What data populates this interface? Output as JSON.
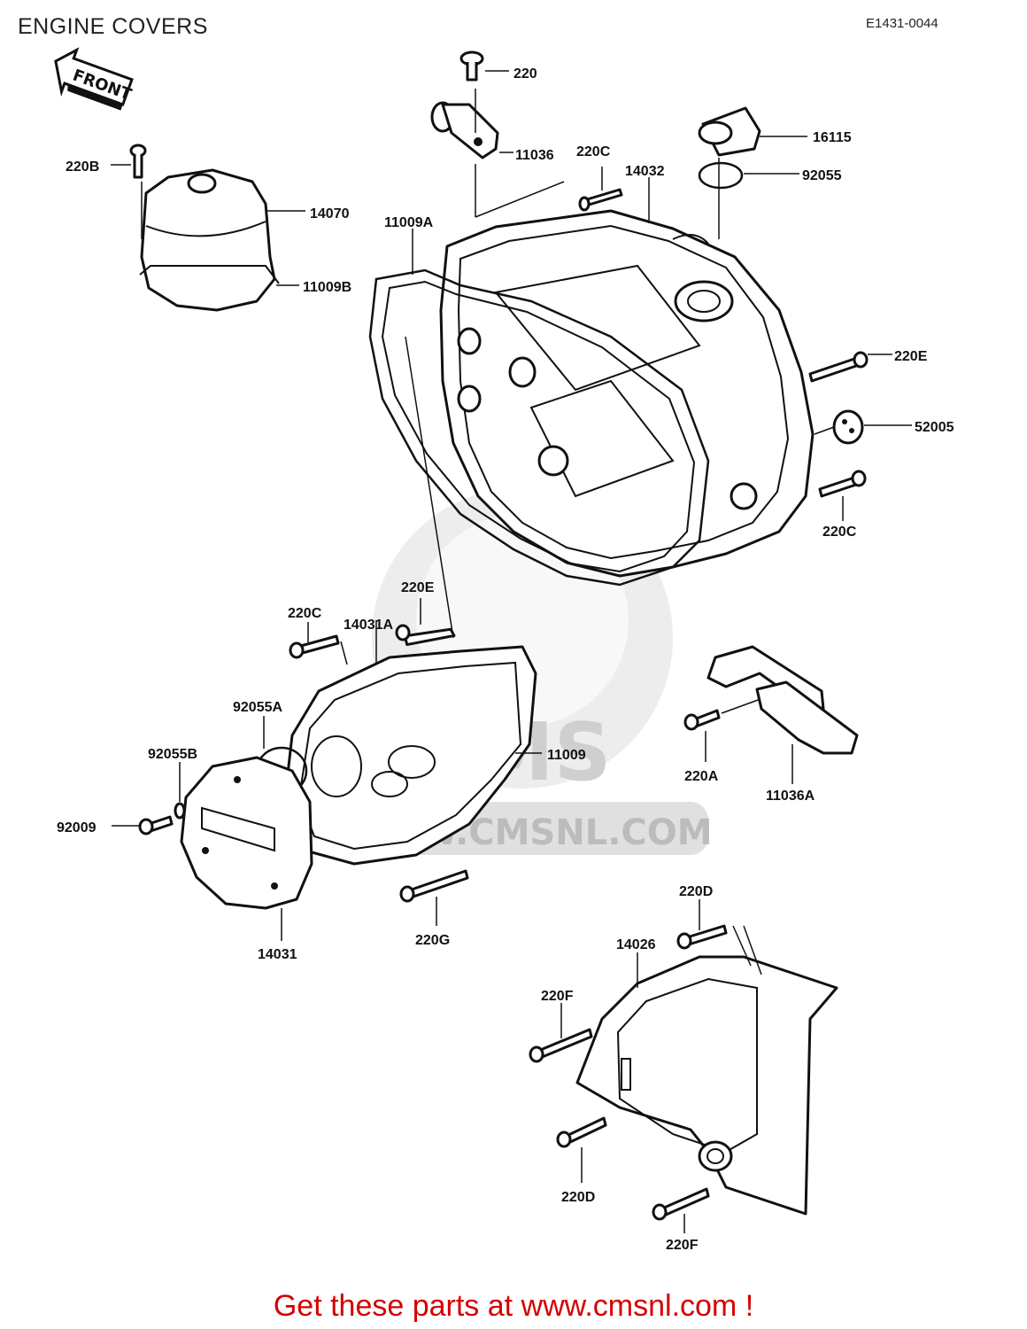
{
  "header": {
    "title": "ENGINE COVERS",
    "code": "E1431-0044"
  },
  "front_badge": "FRONT",
  "watermark": {
    "logo_text": "CMS",
    "url_text": "WWW.CMSNL.COM"
  },
  "labels": {
    "l220": "220",
    "l11036": "11036",
    "l220C_top": "220C",
    "l14032": "14032",
    "l16115": "16115",
    "l92055": "92055",
    "l220B": "220B",
    "l14070": "14070",
    "l11009A": "11009A",
    "l11009B": "11009B",
    "l220E_right": "220E",
    "l52005": "52005",
    "l220C_right": "220C",
    "l220E_mid": "220E",
    "l220C_mid": "220C",
    "l14031A": "14031A",
    "l92055A": "92055A",
    "l92055B": "92055B",
    "l11009": "11009",
    "l92009": "92009",
    "l220A": "220A",
    "l11036A": "11036A",
    "l14031": "14031",
    "l220G": "220G",
    "l220D_top": "220D",
    "l14026": "14026",
    "l220F_top": "220F",
    "l220D_bottom": "220D",
    "l220F_bottom": "220F"
  },
  "footer": {
    "cta": "Get these parts at www.cmsnl.com !"
  }
}
